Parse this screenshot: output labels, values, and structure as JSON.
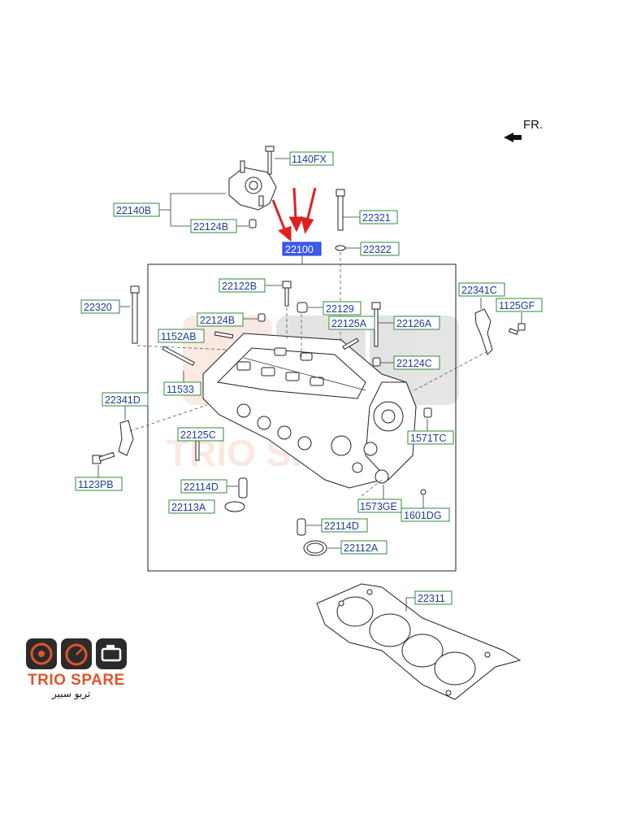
{
  "direction_label": "FR.",
  "brand": {
    "name": "TRIO SPARE",
    "arabic": "تريو سبير",
    "accent_color": "#e0542a",
    "dark_color": "#2b2b2b"
  },
  "highlight": {
    "part_number": "22100",
    "fill_color": "#3c5cf0",
    "arrow_color": "#e02020"
  },
  "parts": {
    "p1140FX": "1140FX",
    "p22140B": "22140B",
    "p22124B_top": "22124B",
    "p22321": "22321",
    "p22322": "22322",
    "p22100": "22100",
    "p22122B": "22122B",
    "p22129": "22129",
    "p22320": "22320",
    "p22341C": "22341C",
    "p1125GF": "1125GF",
    "p22124B_mid": "22124B",
    "p22125A": "22125A",
    "p22126A": "22126A",
    "p1152AB": "1152AB",
    "p22124C": "22124C",
    "p11533": "11533",
    "p22341D": "22341D",
    "p1571TC": "1571TC",
    "p22125C": "22125C",
    "p1123PB": "1123PB",
    "p22114D_a": "22114D",
    "p1573GE": "1573GE",
    "p22113A": "22113A",
    "p1601DG": "1601DG",
    "p22114D_b": "22114D",
    "p22112A": "22112A",
    "p22311": "22311"
  }
}
